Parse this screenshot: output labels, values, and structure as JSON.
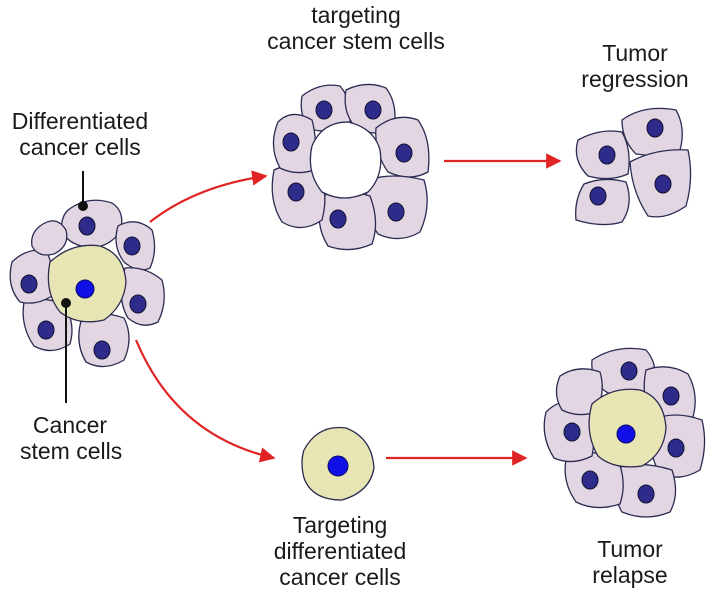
{
  "labels": {
    "differentiated_cancer_cells": [
      "Differentiated",
      "cancer cells"
    ],
    "cancer_stem_cells": [
      "Cancer",
      "stem cells"
    ],
    "targeting_cancer_stem_cells": [
      "targeting",
      "cancer stem cells"
    ],
    "tumor_regression": [
      "Tumor",
      "regression"
    ],
    "targeting_differentiated_cancer_cells": [
      "Targeting",
      "differentiated",
      "cancer cells"
    ],
    "tumor_relapse": [
      "Tumor",
      "relapse"
    ]
  },
  "colors": {
    "differentiated_cell_fill": "#e2d6e2",
    "cell_outline": "#2b2b52",
    "nucleus_fill": "#2e2b8a",
    "stem_cell_fill": "#e7e5b4",
    "stem_nucleus_fill": "#1010e6",
    "arrow": "#e02424"
  }
}
